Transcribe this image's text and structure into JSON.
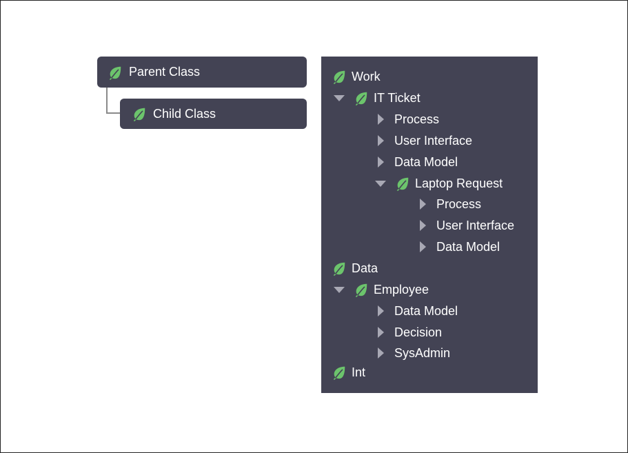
{
  "colors": {
    "node_bg": "#434354",
    "leaf": "#6cc46c",
    "caret": "#a8a8b4",
    "connector": "#8a8a8a"
  },
  "diagram": {
    "parent_label": "Parent Class",
    "child_label": "Child Class"
  },
  "tree": [
    {
      "label": "Work",
      "expander": "none",
      "leaf": true
    },
    {
      "label": "IT Ticket",
      "expander": "expanded",
      "leaf": true
    },
    {
      "label": "Process",
      "expander": "collapsed",
      "leaf": false
    },
    {
      "label": "User Interface",
      "expander": "collapsed",
      "leaf": false
    },
    {
      "label": "Data Model",
      "expander": "collapsed",
      "leaf": false
    },
    {
      "label": "Laptop Request",
      "expander": "expanded",
      "leaf": true
    },
    {
      "label": "Process",
      "expander": "collapsed",
      "leaf": false
    },
    {
      "label": "User Interface",
      "expander": "collapsed",
      "leaf": false
    },
    {
      "label": "Data Model",
      "expander": "collapsed",
      "leaf": false
    },
    {
      "label": "Data",
      "expander": "none",
      "leaf": true
    },
    {
      "label": "Employee",
      "expander": "expanded",
      "leaf": true
    },
    {
      "label": "Data Model",
      "expander": "collapsed",
      "leaf": false
    },
    {
      "label": "Decision",
      "expander": "collapsed",
      "leaf": false
    },
    {
      "label": "SysAdmin",
      "expander": "collapsed",
      "leaf": false
    },
    {
      "label": "Int",
      "expander": "none",
      "leaf": true
    }
  ]
}
